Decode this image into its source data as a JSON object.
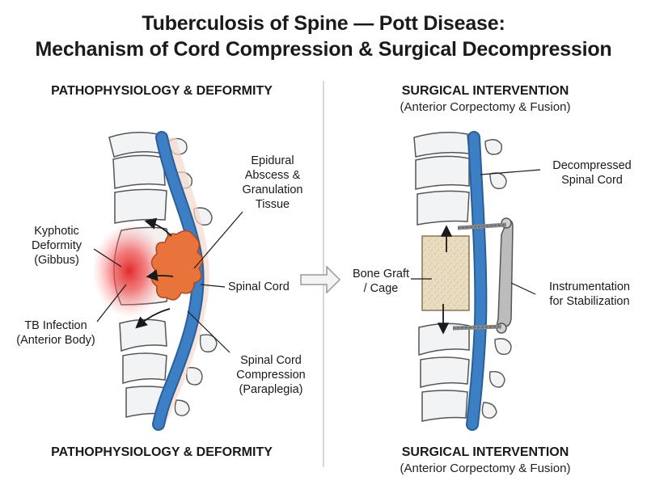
{
  "title": {
    "line1": "Tuberculosis of Spine — Pott Disease:",
    "line2": "Mechanism of Cord Compression & Surgical Decompression"
  },
  "left_panel": {
    "heading": "PATHOPHYSIOLOGY & DEFORMITY",
    "footer": "PATHOPHYSIOLOGY & DEFORMITY",
    "labels": {
      "kyphotic": "Kyphotic\nDeformity\n(Gibbus)",
      "tb_infection": "TB Infection\n(Anterior Body)",
      "epidural": "Epidural\nAbscess &\nGranulation\nTissue",
      "spinal_cord": "Spinal Cord",
      "compression": "Spinal Cord\nCompression\n(Paraplegia)"
    }
  },
  "right_panel": {
    "heading": "SURGICAL INTERVENTION",
    "subheading": "(Anterior Corpectomy & Fusion)",
    "footer": "SURGICAL INTERVENTION",
    "footer_sub": "(Anterior Corpectomy & Fusion)",
    "labels": {
      "decompressed": "Decompressed\nSpinal Cord",
      "bone_graft": "Bone Graft\n/ Cage",
      "instrumentation": "Instrumentation\nfor Stabilization"
    }
  },
  "colors": {
    "cord": "#3d7fc4",
    "bone": "#f2f3f5",
    "abscess": "#e8743b",
    "infection": "#e83a3a",
    "graft": "#e8d9b8",
    "hardware": "#a8a8a8"
  }
}
